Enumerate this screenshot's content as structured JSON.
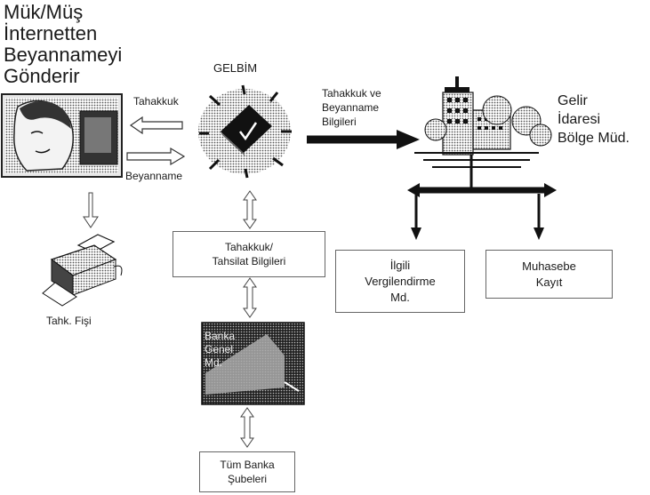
{
  "sender_title": [
    "Mük/Müş",
    "İnternetten",
    "Beyannameyi",
    "Gönderir"
  ],
  "gelbim_label": "GELBİM",
  "tahakkuk_arrow_label": "Tahakkuk",
  "beyanname_arrow_label": "Beyanname",
  "transfer_label": [
    "Tahakkuk ve",
    "Beyanname",
    "Bilgileri"
  ],
  "gelir_label": [
    "Gelir",
    "İdaresi",
    "Bölge Müd."
  ],
  "tahsilat_box": [
    "Tahakkuk/",
    "Tahsilat Bilgileri"
  ],
  "vergilendirme_box": [
    "İlgili",
    "Vergilendirme",
    "Md."
  ],
  "muhasebe_box": [
    "Muhasebe",
    "Kayıt"
  ],
  "printer_label": "Tahk. Fişi",
  "bank_center_label": [
    "Banka",
    "Genel",
    "Md."
  ],
  "bank_branches_box": [
    "Tüm Banka",
    "Şubeleri"
  ],
  "icons": [
    "person-at-computer-icon",
    "gelbim-book-icon",
    "printer-icon",
    "bank-building-icon",
    "government-building-icon"
  ]
}
